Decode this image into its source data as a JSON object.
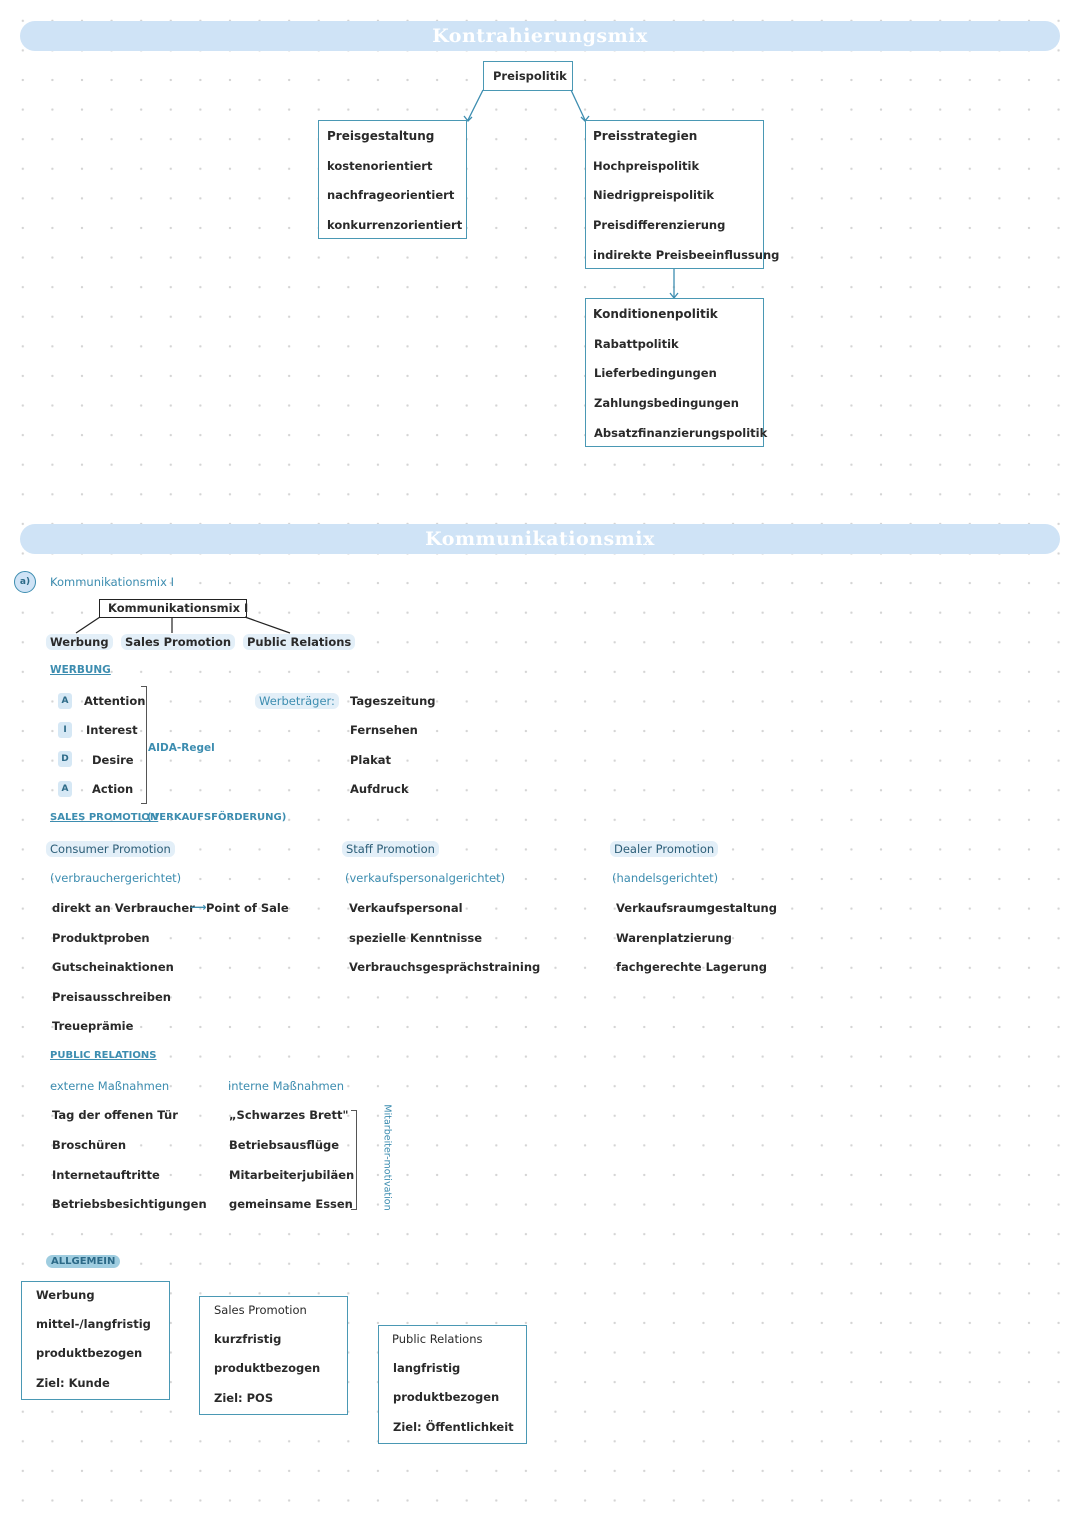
{
  "banner_top": "Kontrahierungsmix",
  "banner_mid": "Kommunikationsmix",
  "preispolitik": "Preispolitik",
  "preisgestaltung": {
    "title": "Preisgestaltung",
    "items": [
      "kostenorientiert",
      "nachfrageorientiert",
      "konkurrenzorientiert"
    ]
  },
  "preisstrategien": {
    "title": "Preisstrategien",
    "items": [
      "Hochpreispolitik",
      "Niedrigpreispolitik",
      "Preisdifferenzierung",
      "indirekte Preisbeeinflussung"
    ]
  },
  "konditionen": {
    "title": "Konditionenpolitik",
    "items": [
      "Rabattpolitik",
      "Lieferbedingungen",
      "Zahlungsbedingungen",
      "Absatzfinanzierungspolitik"
    ]
  },
  "marker": "a)",
  "kommmix_label": "Kommunikationsmix I",
  "kommmix_box": "Kommunikationsmix I",
  "branches": [
    "Werbung",
    "Sales Promotion",
    "Public Relations"
  ],
  "werbung_heading": "WERBUNG",
  "aida": {
    "letters": [
      "A",
      "I",
      "D",
      "A"
    ],
    "words": [
      "Attention",
      "Interest",
      "Desire",
      "Action"
    ],
    "rule": "AIDA-Regel"
  },
  "werbetraeger": {
    "label": "Werbeträger:",
    "items": [
      "Tageszeitung",
      "Fernsehen",
      "Plakat",
      "Aufdruck"
    ]
  },
  "sales_heading": "SALES PROMOTION",
  "sales_heading_sub": "(VERKAUFSFÖRDERUNG)",
  "consumer": {
    "title": "Consumer Promotion",
    "sub": "(verbrauchergerichtet)",
    "items": [
      "direkt an Verbraucher",
      "Produktproben",
      "Gutscheinaktionen",
      "Preisausschreiben",
      "Treueprämie"
    ],
    "arrow_target": "Point of Sale"
  },
  "staff": {
    "title": "Staff Promotion",
    "sub": "(verkaufspersonalgerichtet)",
    "items": [
      "Verkaufspersonal",
      "spezielle Kenntnisse",
      "Verbrauchsgesprächstraining"
    ]
  },
  "dealer": {
    "title": "Dealer Promotion",
    "sub": "(handelsgerichtet)",
    "items": [
      "Verkaufsraumgestaltung",
      "Warenplatzierung",
      "fachgerechte Lagerung"
    ]
  },
  "pr_heading": "PUBLIC RELATIONS",
  "extern": {
    "title": "externe Maßnahmen",
    "items": [
      "Tag der offenen Tür",
      "Broschüren",
      "Internetauftritte",
      "Betriebsbesichtigungen"
    ]
  },
  "intern": {
    "title": "interne Maßnahmen",
    "items": [
      "„Schwarzes Brett\"",
      "Betriebsausflüge",
      "Mitarbeiterjubiläen",
      "gemeinsame Essen"
    ],
    "side_label": "Mitarbeiter-motivation"
  },
  "allgemein": "ALLGEMEIN",
  "summary": [
    {
      "title": "Werbung",
      "items": [
        "mittel-/langfristig",
        "produktbezogen",
        "Ziel: Kunde"
      ]
    },
    {
      "title": "Sales Promotion",
      "items": [
        "kurzfristig",
        "produktbezogen",
        "Ziel: POS"
      ]
    },
    {
      "title": "Public Relations",
      "items": [
        "langfristig",
        "produktbezogen",
        "Ziel: Öffentlichkeit"
      ]
    }
  ]
}
